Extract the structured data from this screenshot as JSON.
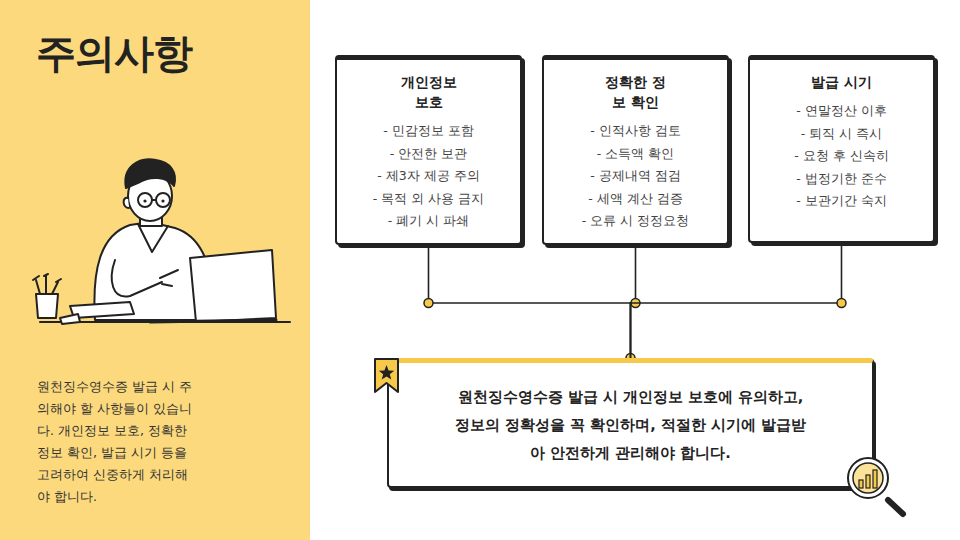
{
  "diagram": {
    "title": "주의사항",
    "nodes": [
      {
        "text": [
          "개인정보 보호",
          "- 민감정보 포함",
          "- 안전한 보관",
          "- 제3자 제공 주의",
          "- 목적 외 사용 금지",
          "- 폐기 시 파쇄"
        ]
      },
      {
        "text": [
          "정확한 정보 확인",
          "- 인적사항 검토",
          "- 소득액 확인",
          "- 공제내역 점검",
          "- 세액 계산 검증",
          "- 오류 시 정정요청"
        ]
      },
      {
        "text": [
          "발급 시기",
          "- 연말정산 이후",
          "- 퇴직 시 즉시",
          "- 요청 후 신속히",
          "- 법정기한 준수",
          "- 보관기간 숙지"
        ]
      },
      {
        "text": [
          "원천징수영수증 발급 시 개인정보 보호에 유의하고, 정보의 정확성을 꼭 확인하며, 적절한 시기에 발급받아 안전하게 관리해야 합니다."
        ]
      }
    ],
    "edges": [
      {
        "from": 0,
        "to": 3,
        "arrow": "none"
      },
      {
        "from": 1,
        "to": 3,
        "arrow": "none"
      },
      {
        "from": 2,
        "to": 3,
        "arrow": "none"
      }
    ],
    "labels": [
      "원천징수영수증 발급 시 주의해야 할 사항들이 있습니다. 개인정보 보호, 정확한 정보 확인, 발급 시기 등을 고려하여 신중하게 처리해야 합니다."
    ]
  }
}
